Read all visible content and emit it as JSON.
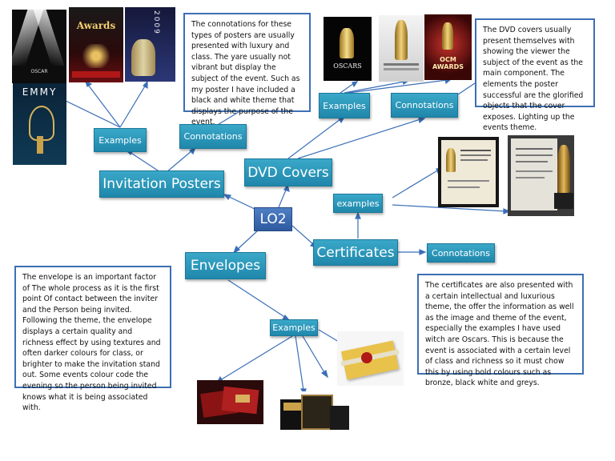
{
  "center": "LO2",
  "branches": {
    "invitation_posters": "Invitation Posters",
    "dvd_covers": "DVD Covers",
    "envelopes": "Envelopes",
    "certificates": "Certificates"
  },
  "subnodes": {
    "inv_examples": "Examples",
    "inv_connotations": "Connotations",
    "dvd_examples": "Examples",
    "dvd_connotations": "Connotations",
    "cert_examples": "examples",
    "cert_connotations": "Connotations",
    "env_examples": "Examples"
  },
  "notes": {
    "invitation": "The connotations for these types of posters are usually presented with luxury and class. The yare usually not vibrant but display the subject of the event. Such as my poster I have included a black and white theme that displays the purpose of the event.",
    "dvd": "The DVD covers usually present themselves with showing the viewer the subject of the event as the main component. The elements the poster successful are the  glorified objects that the cover exposes. Lighting up the events theme.",
    "envelope": "The envelope is an important factor of The whole process as it is the first point Of contact between the inviter and the Person being invited. Following the theme, the envelope displays a certain quality and richness effect by using textures and often darker colours for class, or brighter to make the invitation stand out. Some events colour code the evening so the person being invited knows what it is being associated with.",
    "certificate": "The certificates are also presented with a certain intellectual and luxurious theme, the offer the information as well as the image and theme of the event, especially the examples I have used witch are Oscars. This is because the event is associated with a certain level of class and richness  so it must chow this by using bold colours such as bronze, black white and greys."
  },
  "thumbnails": {
    "oscar_poster": "OSCAR",
    "awards_poster": "Awards",
    "year_poster": "2009",
    "emmy_poster": "EMMY",
    "oscars_dvd": "OSCARS",
    "ocm_dvd": "OCM AWARDS"
  },
  "colors": {
    "node": "#2a93b8",
    "center": "#3a68ae",
    "note_border": "#3d6fb4",
    "line": "#3b6fb8"
  }
}
